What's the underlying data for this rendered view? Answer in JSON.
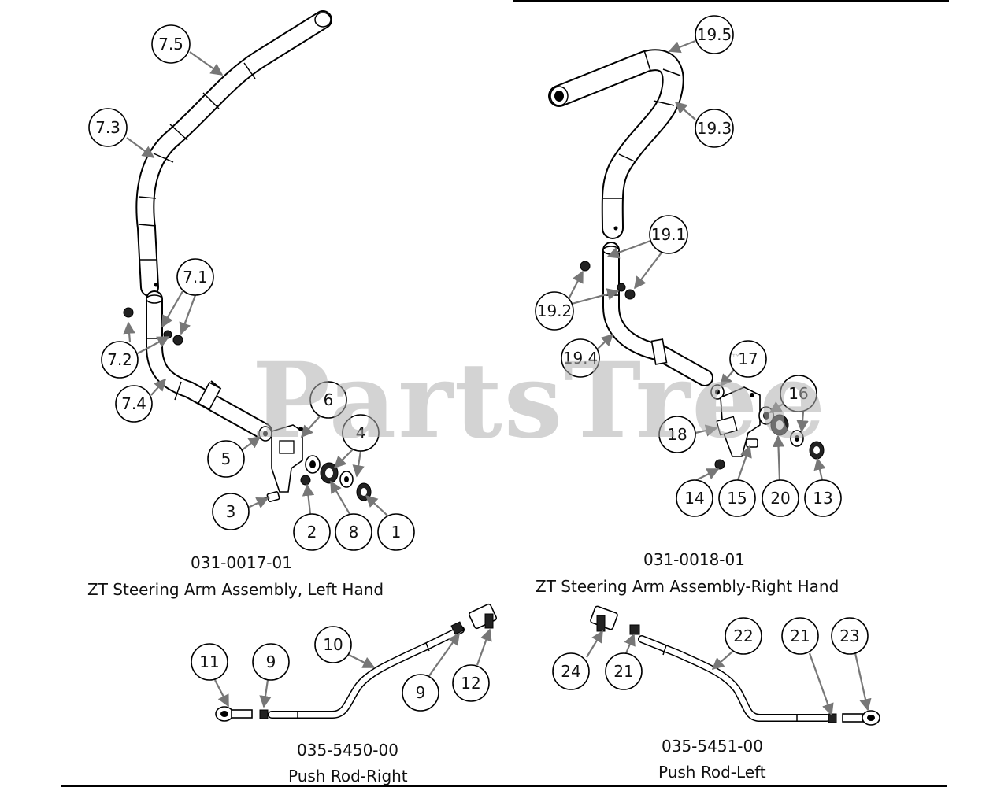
{
  "watermark": {
    "text": "PartsTree",
    "trademark": "™"
  },
  "assemblies": [
    {
      "id": "left-steering",
      "part_number": "031-0017-01",
      "title": "ZT Steering Arm Assembly, Left Hand"
    },
    {
      "id": "right-steering",
      "part_number": "031-0018-01",
      "title": "ZT Steering Arm Assembly-Right Hand"
    },
    {
      "id": "push-rod-right",
      "part_number": "035-5450-00",
      "title": "Push Rod-Right"
    },
    {
      "id": "push-rod-left",
      "part_number": "035-5451-00",
      "title": "Push Rod-Left"
    }
  ],
  "callouts": [
    "7.5",
    "7.3",
    "7.1",
    "7.2",
    "7.4",
    "6",
    "4",
    "5",
    "3",
    "2",
    "8",
    "1",
    "19.5",
    "19.3",
    "19.1",
    "19.2",
    "19.4",
    "17",
    "16",
    "18",
    "14",
    "15",
    "20",
    "13",
    "11",
    "9",
    "10",
    "9",
    "12",
    "22",
    "21",
    "23",
    "24",
    "21"
  ],
  "arrow_color": "#777777",
  "line_color": "#000000"
}
